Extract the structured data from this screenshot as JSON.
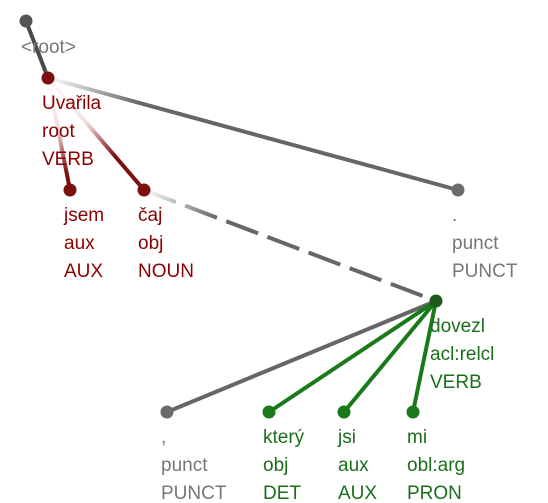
{
  "root": {
    "label": "<root>"
  },
  "colors": {
    "root_node": "#555555",
    "gray": "#6b6b6b",
    "gray_text": "#777777",
    "red": "#7a0f0f",
    "red_text": "#8b0000",
    "green": "#1a7a1a",
    "green_text": "#1b6e1b"
  },
  "tokens": [
    {
      "form": "Uvařila",
      "deprel": "root",
      "upos": "VERB",
      "group": "red"
    },
    {
      "form": "jsem",
      "deprel": "aux",
      "upos": "AUX",
      "group": "red"
    },
    {
      "form": "čaj",
      "deprel": "obj",
      "upos": "NOUN",
      "group": "red"
    },
    {
      "form": ".",
      "deprel": "punct",
      "upos": "PUNCT",
      "group": "gray"
    },
    {
      "form": "dovezl",
      "deprel": "acl:relcl",
      "upos": "VERB",
      "group": "green"
    },
    {
      "form": ",",
      "deprel": "punct",
      "upos": "PUNCT",
      "group": "gray"
    },
    {
      "form": "který",
      "deprel": "obj",
      "upos": "DET",
      "group": "green"
    },
    {
      "form": "jsi",
      "deprel": "aux",
      "upos": "AUX",
      "group": "green"
    },
    {
      "form": "mi",
      "deprel": "obl:arg",
      "upos": "PRON",
      "group": "green"
    }
  ]
}
